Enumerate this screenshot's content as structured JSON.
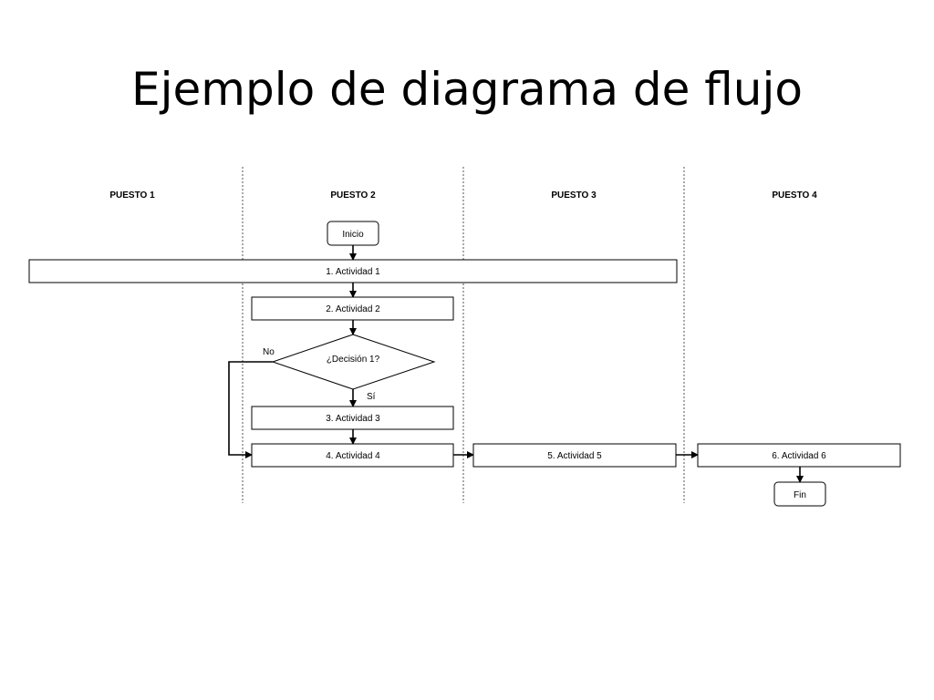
{
  "slide": {
    "title": "Ejemplo de diagrama de flujo"
  },
  "lanes": {
    "lane1": "PUESTO 1",
    "lane2": "PUESTO 2",
    "lane3": "PUESTO 3",
    "lane4": "PUESTO 4"
  },
  "nodes": {
    "start": "Inicio",
    "activity1": "1. Actividad 1",
    "activity2": "2. Actividad 2",
    "decision1": "¿Decisión 1?",
    "activity3": "3. Actividad 3",
    "activity4": "4. Actividad 4",
    "activity5": "5. Actividad 5",
    "activity6": "6. Actividad 6",
    "end": "Fin"
  },
  "edge_labels": {
    "decision_no": "No",
    "decision_yes": "Sí"
  },
  "colors": {
    "stroke": "#000000",
    "fill": "#ffffff",
    "lane_separator": "#555555"
  }
}
